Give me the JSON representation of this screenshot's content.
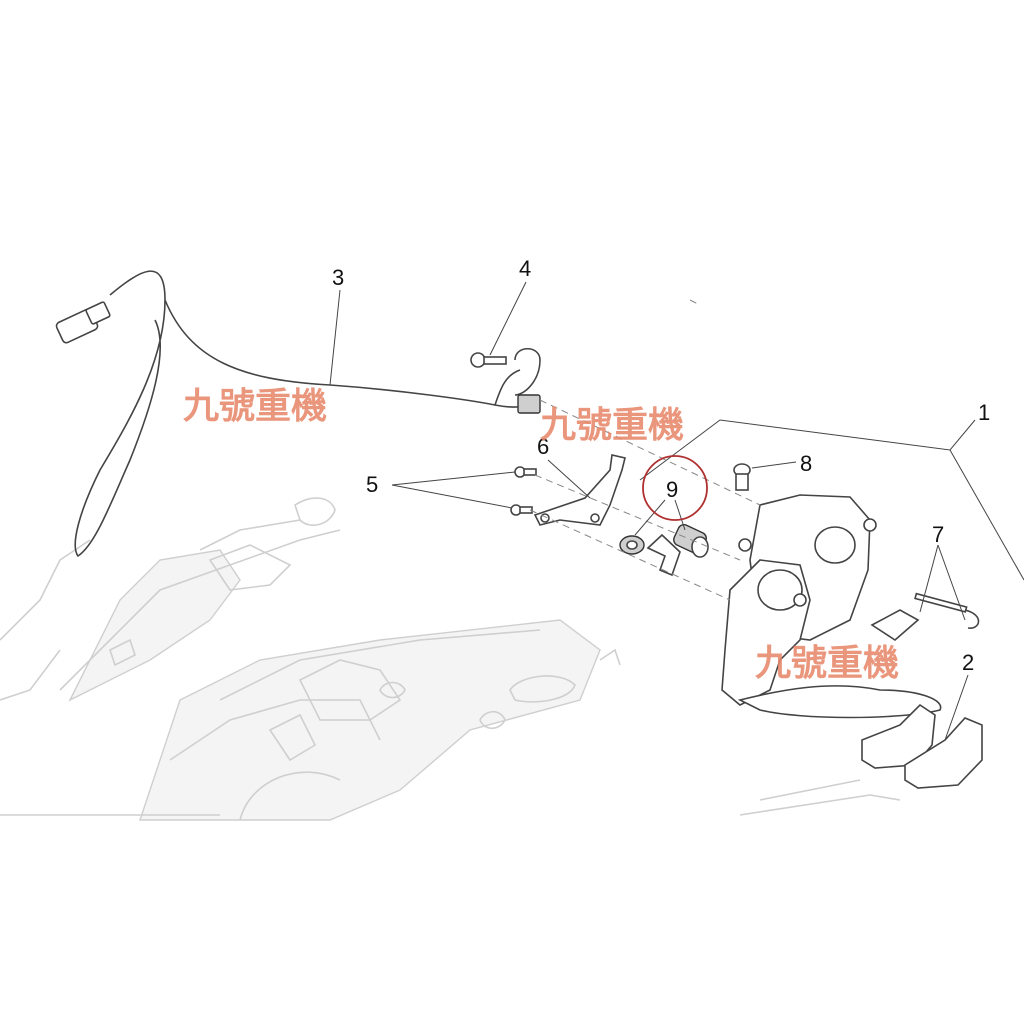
{
  "diagram": {
    "callouts": [
      {
        "id": "1",
        "label": "1"
      },
      {
        "id": "2",
        "label": "2"
      },
      {
        "id": "3",
        "label": "3"
      },
      {
        "id": "4",
        "label": "4"
      },
      {
        "id": "5",
        "label": "5"
      },
      {
        "id": "6",
        "label": "6"
      },
      {
        "id": "7",
        "label": "7"
      },
      {
        "id": "8",
        "label": "8"
      },
      {
        "id": "9",
        "label": "9"
      }
    ],
    "highlighted_callout": "9",
    "highlight_color": "#b03030",
    "watermarks": [
      "九號重機",
      "九號重機",
      "九號重機"
    ],
    "watermark_color": "#e8886a"
  }
}
